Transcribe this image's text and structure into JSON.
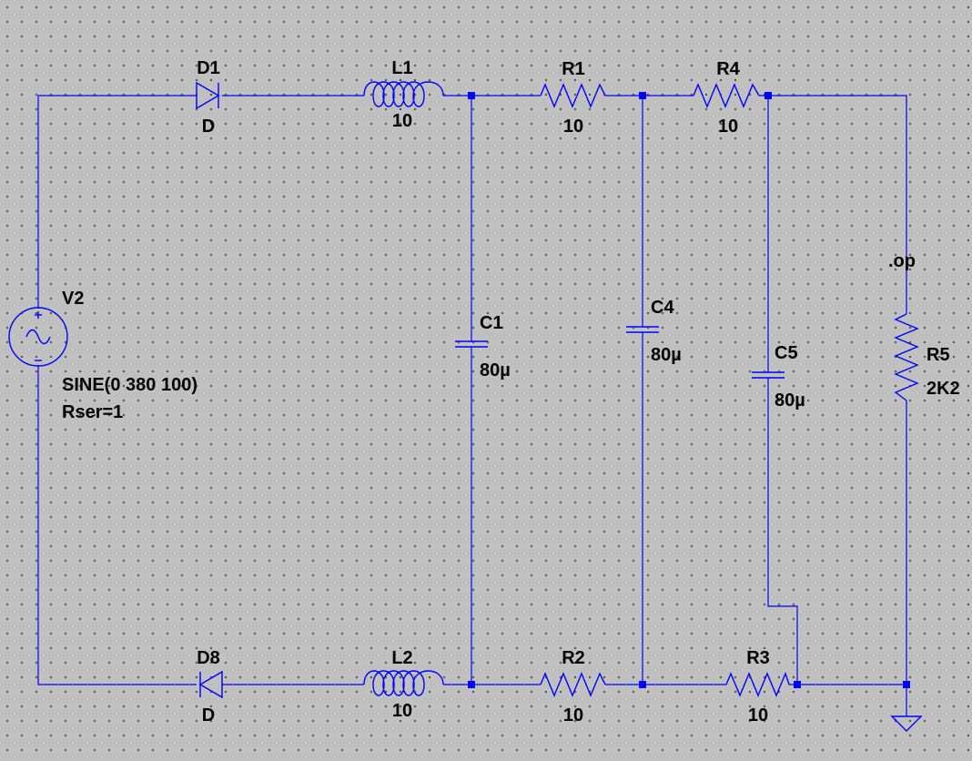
{
  "schematic": {
    "colors": {
      "wire": "#0000ff",
      "background": "#c0c0c0",
      "grid_dot": "#2a2a2a",
      "text": "#000000"
    },
    "components": {
      "V2": {
        "name": "V2",
        "value": "SINE(0 380 100)",
        "extra": "Rser=1"
      },
      "D1": {
        "name": "D1",
        "value": "D"
      },
      "D8": {
        "name": "D8",
        "value": "D"
      },
      "L1": {
        "name": "L1",
        "value": "10"
      },
      "L2": {
        "name": "L2",
        "value": "10"
      },
      "R1": {
        "name": "R1",
        "value": "10"
      },
      "R2": {
        "name": "R2",
        "value": "10"
      },
      "R3": {
        "name": "R3",
        "value": "10"
      },
      "R4": {
        "name": "R4",
        "value": "10"
      },
      "R5": {
        "name": "R5",
        "value": "2K2"
      },
      "C1": {
        "name": "C1",
        "value": "80µ"
      },
      "C4": {
        "name": "C4",
        "value": "80µ"
      },
      "C5": {
        "name": "C5",
        "value": "80µ"
      }
    },
    "directive": ".op"
  }
}
